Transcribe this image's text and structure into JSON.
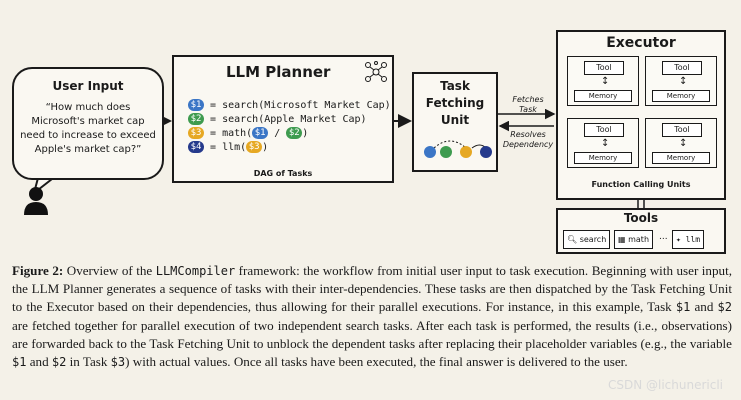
{
  "user_input": {
    "title": "User Input",
    "query": "“How much does Microsoft's market cap need to increase to exceed Apple's market cap?”"
  },
  "planner": {
    "title": "LLM Planner",
    "lines": [
      {
        "tok": "$1",
        "code": "= search(Microsoft Market Cap)"
      },
      {
        "tok": "$2",
        "code": "= search(Apple Market Cap)"
      },
      {
        "tok": "$3",
        "pre": "= math(",
        "a1": "$1",
        "mid": " / ",
        "a2": "$2",
        "post": ")"
      },
      {
        "tok": "$4",
        "pre": "= llm(",
        "a1": "$3",
        "post": ")"
      }
    ],
    "footer": "DAG of Tasks"
  },
  "tfu": {
    "title_line1": "Task",
    "title_line2": "Fetching",
    "title_line3": "Unit"
  },
  "edges": {
    "fetches": "Fetches Task",
    "resolves": "Resolves Dependency"
  },
  "executor": {
    "title": "Executor",
    "tool_label": "Tool",
    "memory_label": "Memory",
    "footer": "Function Calling Units"
  },
  "tools": {
    "title": "Tools",
    "items": [
      "search",
      "math",
      "llm"
    ],
    "ellipsis": "..."
  },
  "caption": {
    "fig": "Figure 2:",
    "p1": " Overview of the ",
    "name": "LLMCompiler",
    "p2": " framework: the workflow from initial user input to task execution. Beginning with user input, the LLM Planner generates a sequence of tasks with their inter-dependencies. These tasks are then dispatched by the Task Fetching Unit to the Executor based on their dependencies, thus allowing for their parallel executions. For instance, in this example, Task ",
    "v1": "$1",
    "p3": " and ",
    "v2": "$2",
    "p4": " are fetched together for parallel execution of two independent search tasks. After each task is performed, the results (i.e., observations) are forwarded back to the Task Fetching Unit to unblock the dependent tasks after replacing their placeholder variables (e.g., the variable ",
    "v3": "$1",
    "p5": " and ",
    "v4": "$2",
    "p6": " in Task ",
    "v5": "$3",
    "p7": ") with actual values. Once all tasks have been executed, the final answer is delivered to the user."
  },
  "watermark": "CSDN @lichunericli",
  "colors": {
    "task1": "#3b76c6",
    "task2": "#3e9b4f",
    "task3": "#e6a823",
    "task4": "#253a8c"
  }
}
